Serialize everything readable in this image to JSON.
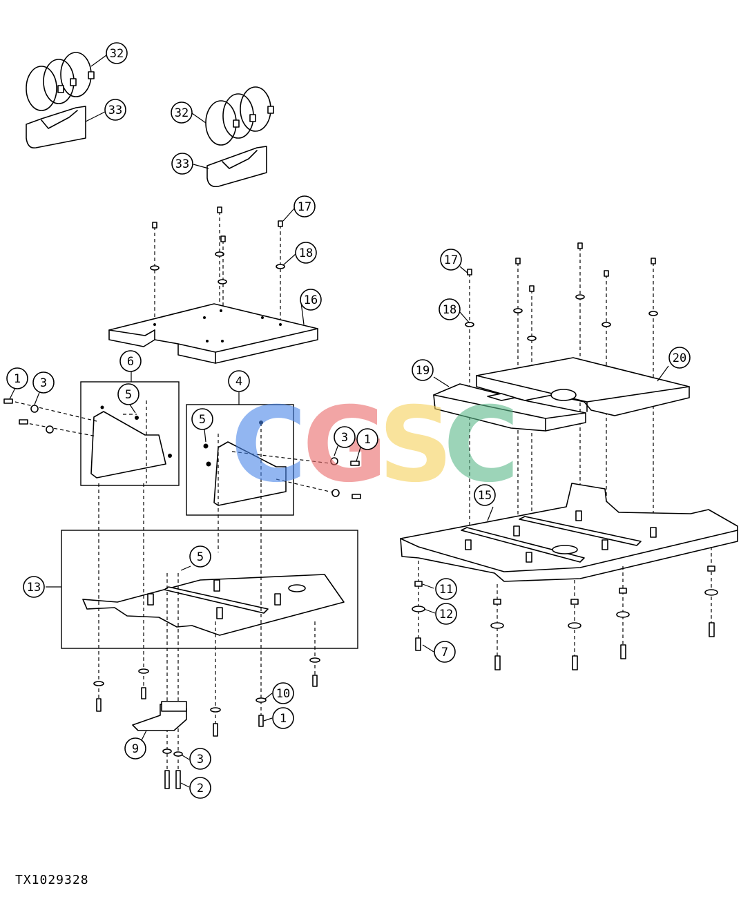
{
  "figure_id": "TX1029328",
  "watermark": {
    "letters": [
      "C",
      "G",
      "S",
      "C"
    ],
    "colors": [
      "#4a86e8",
      "#ea6b6b",
      "#f6d25c",
      "#5cb88a"
    ]
  },
  "callouts": [
    {
      "id": "c32a",
      "label": "32"
    },
    {
      "id": "c33a",
      "label": "33"
    },
    {
      "id": "c32b",
      "label": "32"
    },
    {
      "id": "c33b",
      "label": "33"
    },
    {
      "id": "c17a",
      "label": "17"
    },
    {
      "id": "c18a",
      "label": "18"
    },
    {
      "id": "c16",
      "label": "16"
    },
    {
      "id": "c6",
      "label": "6"
    },
    {
      "id": "c1a",
      "label": "1"
    },
    {
      "id": "c3a",
      "label": "3"
    },
    {
      "id": "c5a",
      "label": "5"
    },
    {
      "id": "c4",
      "label": "4"
    },
    {
      "id": "c5b",
      "label": "5"
    },
    {
      "id": "c3b",
      "label": "3"
    },
    {
      "id": "c1b",
      "label": "1"
    },
    {
      "id": "c5c",
      "label": "5"
    },
    {
      "id": "c13",
      "label": "13"
    },
    {
      "id": "c10",
      "label": "10"
    },
    {
      "id": "c1c",
      "label": "1"
    },
    {
      "id": "c9",
      "label": "9"
    },
    {
      "id": "c3c",
      "label": "3"
    },
    {
      "id": "c2",
      "label": "2"
    },
    {
      "id": "c17b",
      "label": "17"
    },
    {
      "id": "c18b",
      "label": "18"
    },
    {
      "id": "c19",
      "label": "19"
    },
    {
      "id": "c20",
      "label": "20"
    },
    {
      "id": "c15",
      "label": "15"
    },
    {
      "id": "c11",
      "label": "11"
    },
    {
      "id": "c12",
      "label": "12"
    },
    {
      "id": "c7",
      "label": "7"
    }
  ]
}
